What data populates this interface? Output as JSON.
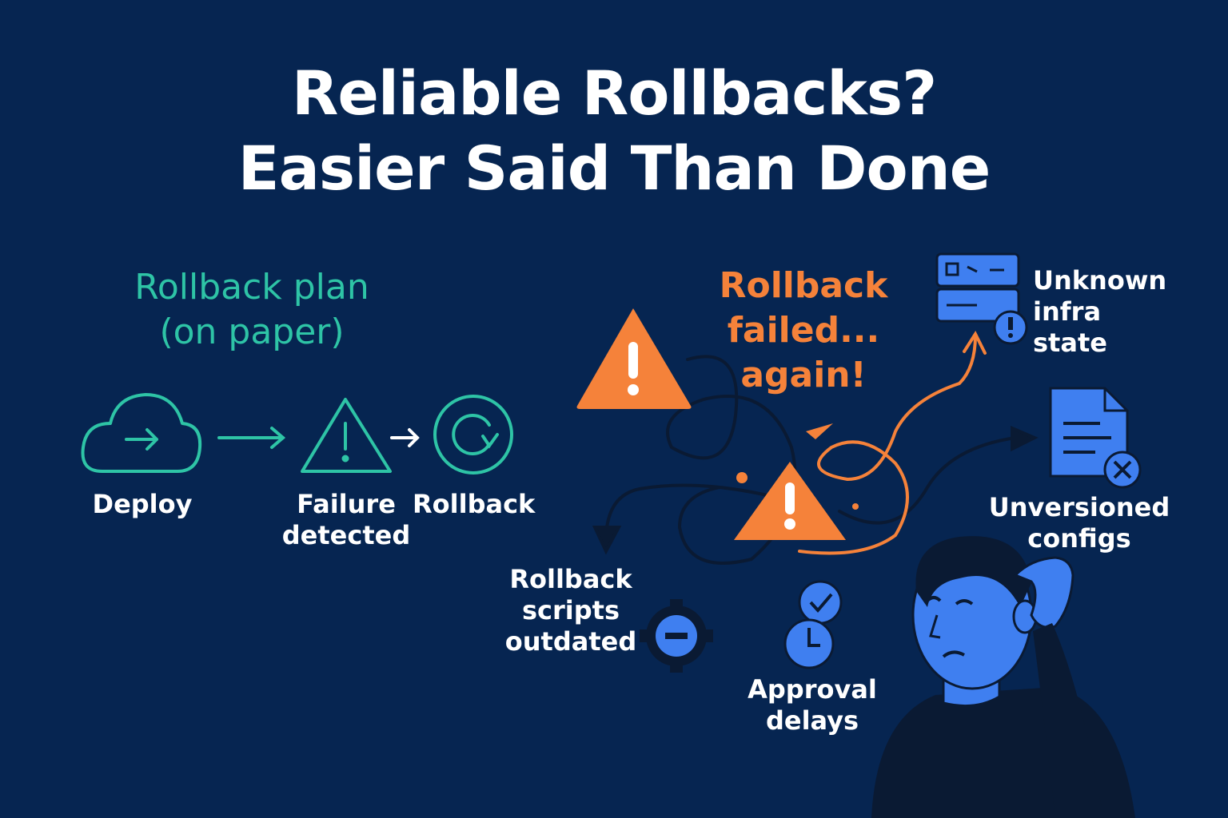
{
  "title": {
    "line1": "Reliable Rollbacks?",
    "line2": "Easier Said Than Done"
  },
  "plan": {
    "heading_line1": "Rollback plan",
    "heading_line2": "(on paper)",
    "steps": {
      "deploy": "Deploy",
      "failure_line1": "Failure",
      "failure_line2": "detected",
      "rollback": "Rollback"
    }
  },
  "reality": {
    "heading_line1": "Rollback",
    "heading_line2": "failed...",
    "heading_line3": "again!",
    "issues": {
      "infra_line1": "Unknown",
      "infra_line2": "infra state",
      "configs_line1": "Unversioned",
      "configs_line2": "configs",
      "scripts_line1": "Rollback",
      "scripts_line2": "scripts",
      "scripts_line3": "outdated",
      "approval_line1": "Approval",
      "approval_line2": "delays"
    }
  },
  "colors": {
    "background": "#062551",
    "plan_teal": "#2ec4a6",
    "warning_orange": "#f5823a",
    "icon_blue": "#3f7ff0",
    "dark_line": "#0a1a33"
  },
  "icons": [
    "cloud-arrow-icon",
    "warning-triangle-icon",
    "refresh-circle-icon",
    "server-alert-icon",
    "document-x-icon",
    "gear-minus-icon",
    "clock-check-icon",
    "confused-person-illustration"
  ]
}
